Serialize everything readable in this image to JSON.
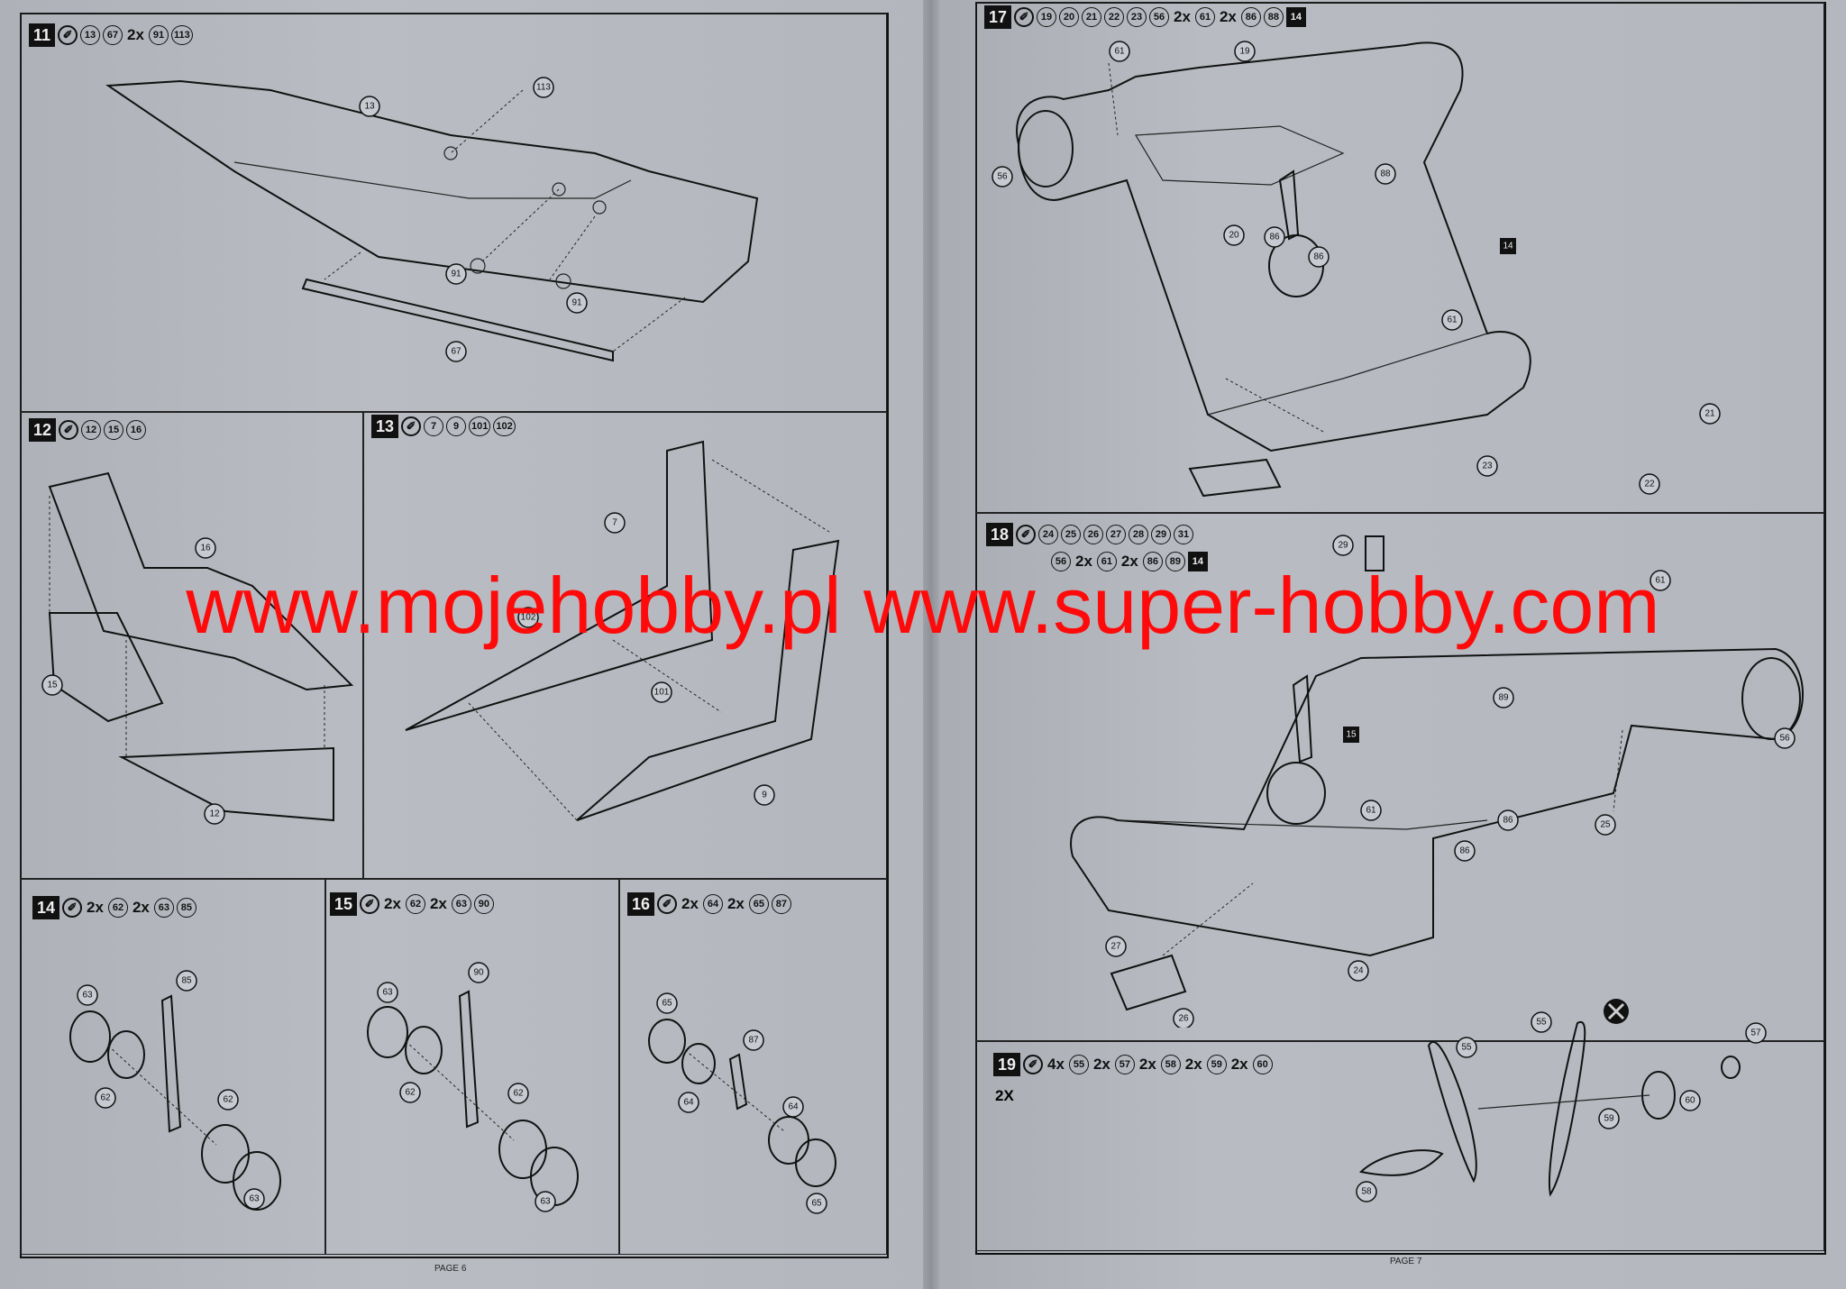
{
  "watermark": "www.mojehobby.pl www.super-hobby.com",
  "pages": {
    "left_footer": "PAGE 6",
    "right_footer": "PAGE 7"
  },
  "steps": {
    "s11": {
      "num": "11",
      "parts": [
        "13",
        "67"
      ],
      "mult": "2x",
      "parts2": [
        "91",
        "113"
      ],
      "callouts": [
        "13",
        "113",
        "91",
        "91",
        "67"
      ]
    },
    "s12": {
      "num": "12",
      "parts": [
        "12",
        "15",
        "16"
      ],
      "callouts": [
        "16",
        "15",
        "12"
      ]
    },
    "s13": {
      "num": "13",
      "parts": [
        "7",
        "9",
        "101",
        "102"
      ],
      "callouts": [
        "7",
        "102",
        "101",
        "9"
      ]
    },
    "s14": {
      "num": "14",
      "m1": "2x",
      "p1": "62",
      "m2": "2x",
      "p2": "63",
      "p3": "85",
      "callouts": [
        "63",
        "85",
        "62",
        "62",
        "63"
      ]
    },
    "s15": {
      "num": "15",
      "m1": "2x",
      "p1": "62",
      "m2": "2x",
      "p2": "63",
      "p3": "90",
      "callouts": [
        "63",
        "90",
        "62",
        "62",
        "63"
      ]
    },
    "s16": {
      "num": "16",
      "m1": "2x",
      "p1": "64",
      "m2": "2x",
      "p2": "65",
      "p3": "87",
      "callouts": [
        "65",
        "87",
        "64",
        "64",
        "65"
      ]
    },
    "s17": {
      "num": "17",
      "parts": [
        "19",
        "20",
        "21",
        "22",
        "23",
        "56"
      ],
      "m1": "2x",
      "p1": "61",
      "m2": "2x",
      "p2": "86",
      "p3": "88",
      "box": "14",
      "callouts": [
        "61",
        "19",
        "56",
        "88",
        "14",
        "20",
        "86",
        "86",
        "61",
        "21",
        "22",
        "23"
      ]
    },
    "s18": {
      "num": "18",
      "parts": [
        "24",
        "25",
        "26",
        "27",
        "28",
        "29",
        "31"
      ],
      "line2_part": "56",
      "m1": "2x",
      "p1": "61",
      "m2": "2x",
      "p2": "86",
      "p3": "89",
      "box": "14",
      "callouts": [
        "29",
        "61",
        "89",
        "56",
        "15",
        "61",
        "86",
        "25",
        "86",
        "27",
        "26",
        "24"
      ]
    },
    "s19": {
      "num": "19",
      "m0": "4x",
      "p0": "55",
      "m1": "2x",
      "p1": "57",
      "m2": "2x",
      "p2": "58",
      "m3": "2x",
      "p3": "59",
      "m4": "2x",
      "p4": "60",
      "note": "2X",
      "callouts": [
        "55",
        "55",
        "57",
        "59",
        "60",
        "58"
      ]
    }
  }
}
